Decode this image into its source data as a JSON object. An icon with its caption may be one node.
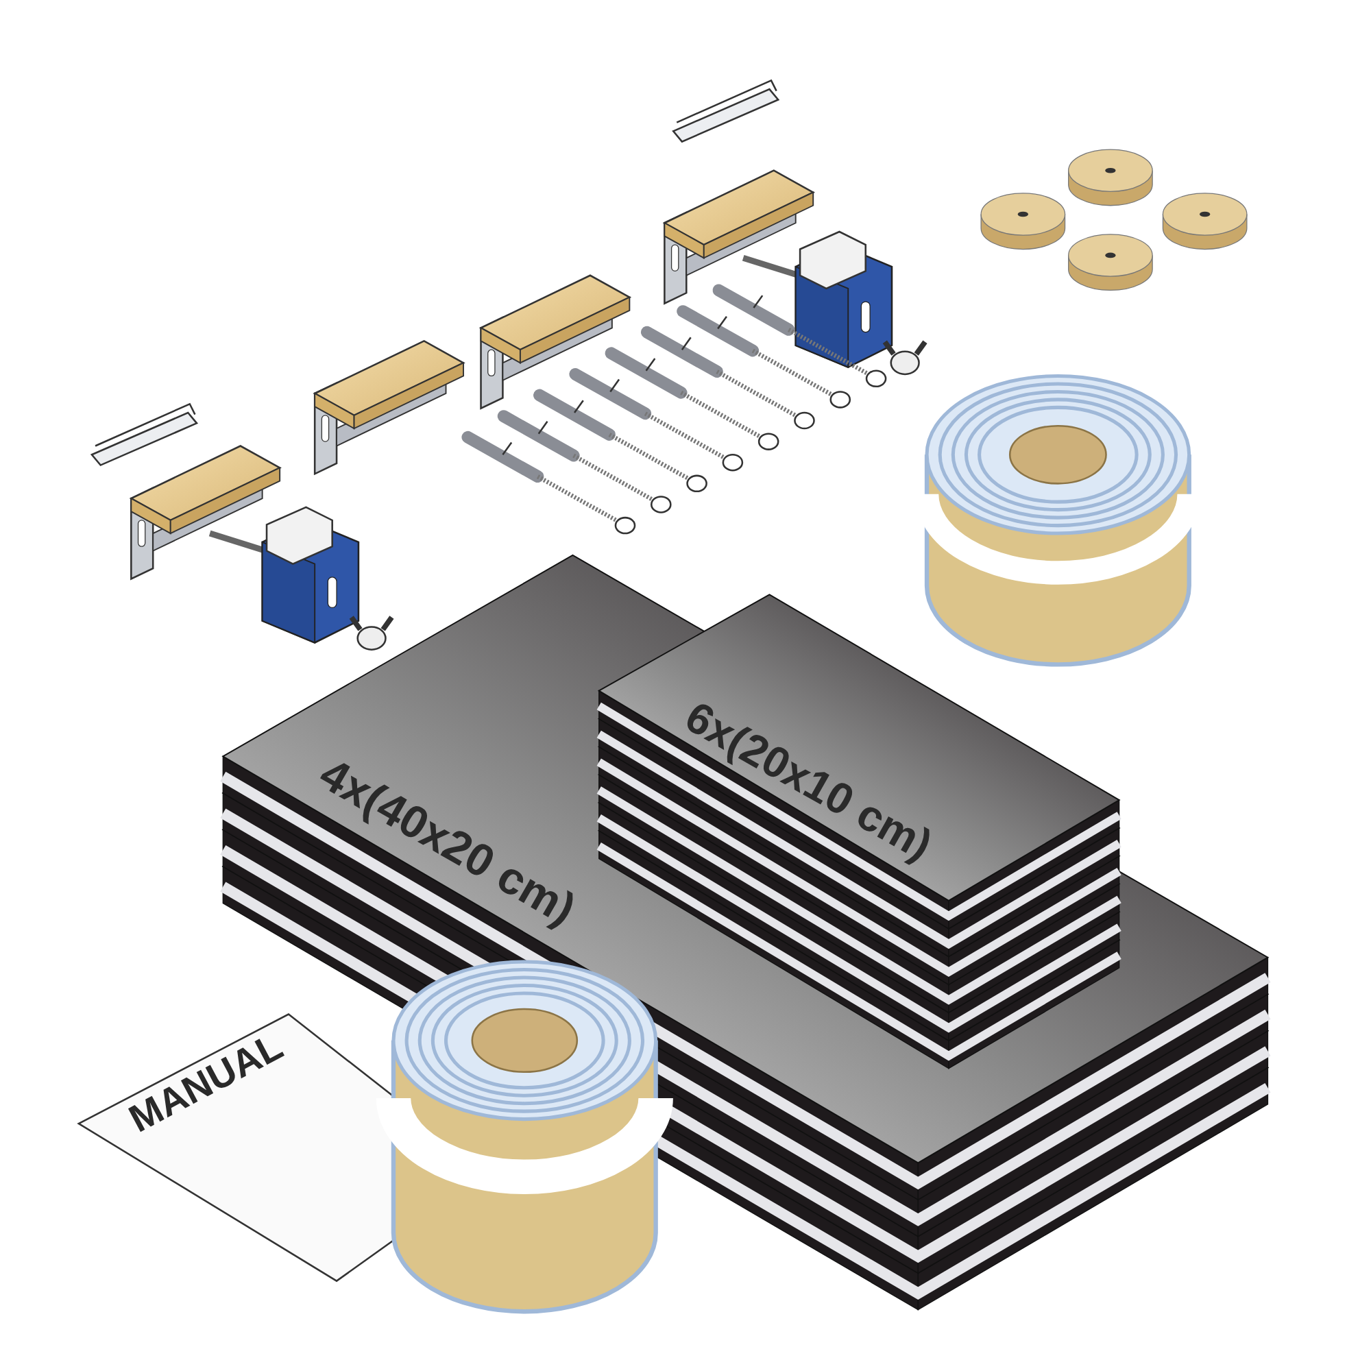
{
  "diagram": {
    "labels": [
      "6x(20x10 cm)",
      "4x(40x20 cm)",
      "MANUAL"
    ]
  }
}
